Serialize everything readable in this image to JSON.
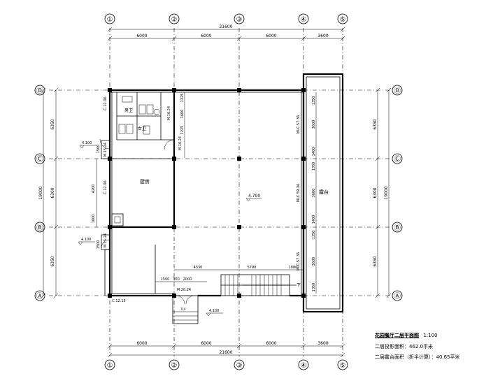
{
  "axes": {
    "columns": [
      "①",
      "②",
      "③",
      "④",
      "⑤"
    ],
    "rows": [
      "Ⓓ",
      "Ⓒ",
      "Ⓑ",
      "Ⓐ"
    ]
  },
  "dimensions": {
    "top_spans": [
      "6000",
      "6000",
      "6000",
      "3600"
    ],
    "top_total": "21600",
    "bottom_spans": [
      "6000",
      "6000",
      "6000",
      "3600"
    ],
    "bottom_total": "21600",
    "left_spans": [
      "6350",
      "6300",
      "6350"
    ],
    "left_total": "19000",
    "right_spans": [
      "6350",
      "6300",
      "6350"
    ],
    "right_total": "19000",
    "bay_inner": [
      "1350",
      "3600",
      "1400",
      "1350",
      "3600",
      "1400",
      "1350",
      "3600",
      "1350"
    ],
    "left_inner": [
      "4200",
      "1600"
    ],
    "left_small": [
      "1500",
      "1500"
    ],
    "kitchen_inner": [
      "1325",
      "1600",
      "1225"
    ],
    "stair_row": [
      "4330",
      "5790",
      "1880"
    ],
    "entry_row": [
      "1500",
      "300",
      "2000"
    ]
  },
  "rooms": {
    "kitchen": "厨房",
    "toilet_m": "男卫",
    "toilet_f": "女卫",
    "dining": "4.700",
    "terrace": "露台"
  },
  "levels": {
    "upper": "4.100",
    "lower": "4.100",
    "entry": "4.100"
  },
  "openings": {
    "w1": "C.12.06",
    "w2": "C.12.06",
    "w3": "M.10.24",
    "w4": "M.10.24",
    "w5": "M.15.24",
    "w6": "M.15.24",
    "w7": "M.20.24",
    "w8": "C.12.15",
    "w9": "MLC.57.36",
    "w10": "MLC.59.36",
    "w11": "MLC.57.36",
    "stair_dn": "下",
    "entry_tag": "TLP"
  },
  "caption": {
    "title": "花园餐厅二层平面图",
    "scale": "1:100",
    "area1": "二层投影面积：462.0平米",
    "area2": "二层露台面积（折半计算）：40.65平米"
  }
}
